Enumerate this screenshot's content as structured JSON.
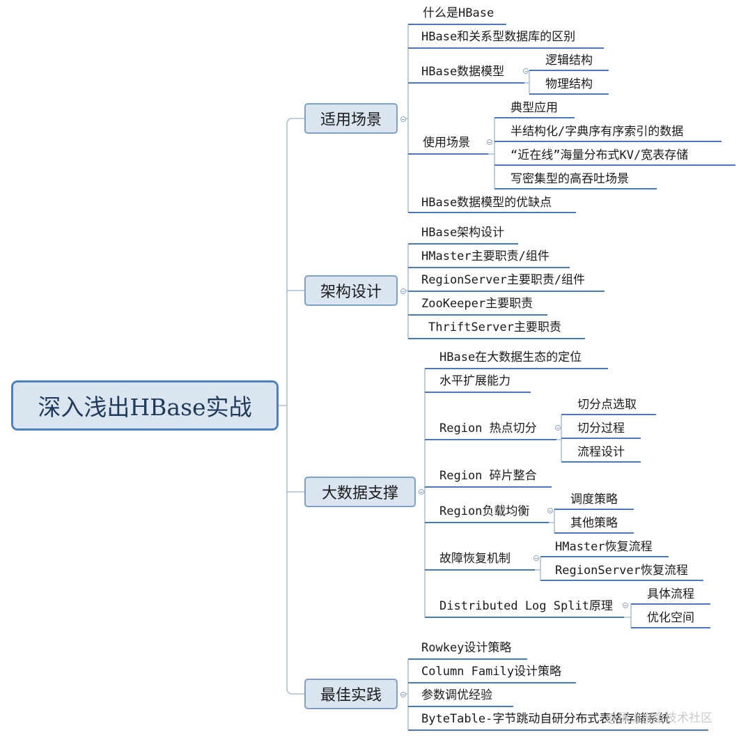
{
  "root": "深入浅出HBase实战",
  "branches": [
    {
      "label": "适用场景",
      "items": [
        {
          "label": "什么是HBase"
        },
        {
          "label": "HBase和关系型数据库的区别"
        },
        {
          "label": "HBase数据模型",
          "children": [
            "逻辑结构",
            "物理结构"
          ]
        },
        {
          "label": "使用场景",
          "children": [
            "典型应用",
            "半结构化/字典序有序索引的数据",
            "“近在线”海量分布式KV/宽表存储",
            "写密集型的高吞吐场景"
          ]
        },
        {
          "label": "HBase数据模型的优缺点"
        }
      ]
    },
    {
      "label": "架构设计",
      "items": [
        {
          "label": "HBase架构设计"
        },
        {
          "label": "HMaster主要职责/组件"
        },
        {
          "label": "RegionServer主要职责/组件"
        },
        {
          "label": "ZooKeeper主要职责"
        },
        {
          "label": "ThriftServer主要职责"
        }
      ]
    },
    {
      "label": "大数据支撑",
      "items": [
        {
          "label": "HBase在大数据生态的定位"
        },
        {
          "label": "水平扩展能力"
        },
        {
          "label": "Region 热点切分",
          "children": [
            "切分点选取",
            "切分过程",
            "流程设计"
          ]
        },
        {
          "label": "Region 碎片整合"
        },
        {
          "label": "Region负载均衡",
          "children": [
            "调度策略",
            "其他策略"
          ]
        },
        {
          "label": "故障恢复机制",
          "children": [
            "HMaster恢复流程",
            "RegionServer恢复流程"
          ]
        },
        {
          "label": "Distributed Log Split原理",
          "children": [
            "具体流程",
            "优化空间"
          ]
        }
      ]
    },
    {
      "label": "最佳实践",
      "items": [
        {
          "label": "Rowkey设计策略"
        },
        {
          "label": "Column Family设计策略"
        },
        {
          "label": "参数调优经验"
        },
        {
          "label": "ByteTable-字节跳动自研分布式表格存储系统"
        }
      ]
    }
  ],
  "watermark": "@稀土掘金技术社区",
  "colors": {
    "line": "#4a78b5",
    "connector": "#a9bcd6",
    "node_fill": "#dbe5f1",
    "node_border": "#7f9fc6",
    "root_border": "#4f81bd"
  }
}
